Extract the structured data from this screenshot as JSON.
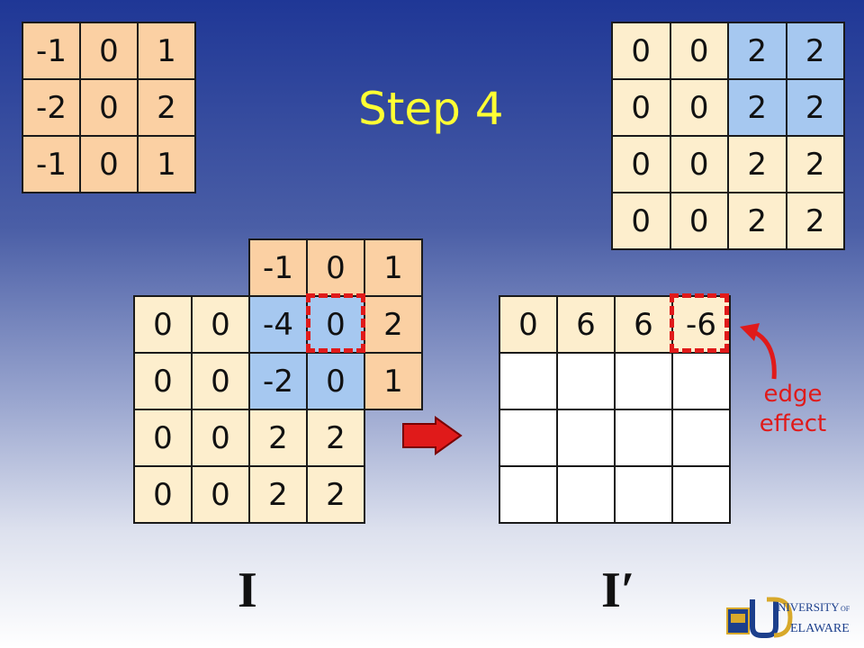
{
  "title": "Step 4",
  "kernel_top": [
    [
      "-1",
      "0",
      "1"
    ],
    [
      "-2",
      "0",
      "2"
    ],
    [
      "-1",
      "0",
      "1"
    ]
  ],
  "image_top": [
    [
      "0",
      "0",
      "2",
      "2"
    ],
    [
      "0",
      "0",
      "2",
      "2"
    ],
    [
      "0",
      "0",
      "2",
      "2"
    ],
    [
      "0",
      "0",
      "2",
      "2"
    ]
  ],
  "image_main": [
    [
      "0",
      "0",
      "",
      "",
      ""
    ],
    [
      "0",
      "0",
      "",
      "",
      ""
    ],
    [
      "0",
      "0",
      "2",
      "2"
    ],
    [
      "0",
      "0",
      "2",
      "2"
    ]
  ],
  "kernel_overlay": [
    [
      "-1",
      "0",
      "1"
    ],
    [
      "-4",
      "0",
      "2"
    ],
    [
      "-2",
      "0",
      "1"
    ]
  ],
  "output": [
    [
      "0",
      "6",
      "6",
      "-6"
    ],
    [
      "",
      "",
      "",
      ""
    ],
    [
      "",
      "",
      "",
      ""
    ],
    [
      "",
      "",
      "",
      ""
    ]
  ],
  "edge_label": [
    "edge",
    "effect"
  ],
  "input_label": "I",
  "output_label": "I′",
  "logo": {
    "wordmark_top": "NIVERSITY",
    "wordmark_of": "OF",
    "wordmark_bottom": "ELAWARE"
  },
  "colors": {
    "title": "#ffff33",
    "kernel": "#fbd0a3",
    "image": "#fdeecd",
    "overlap": "#a6c8f0",
    "highlight": "#e01a1a"
  }
}
